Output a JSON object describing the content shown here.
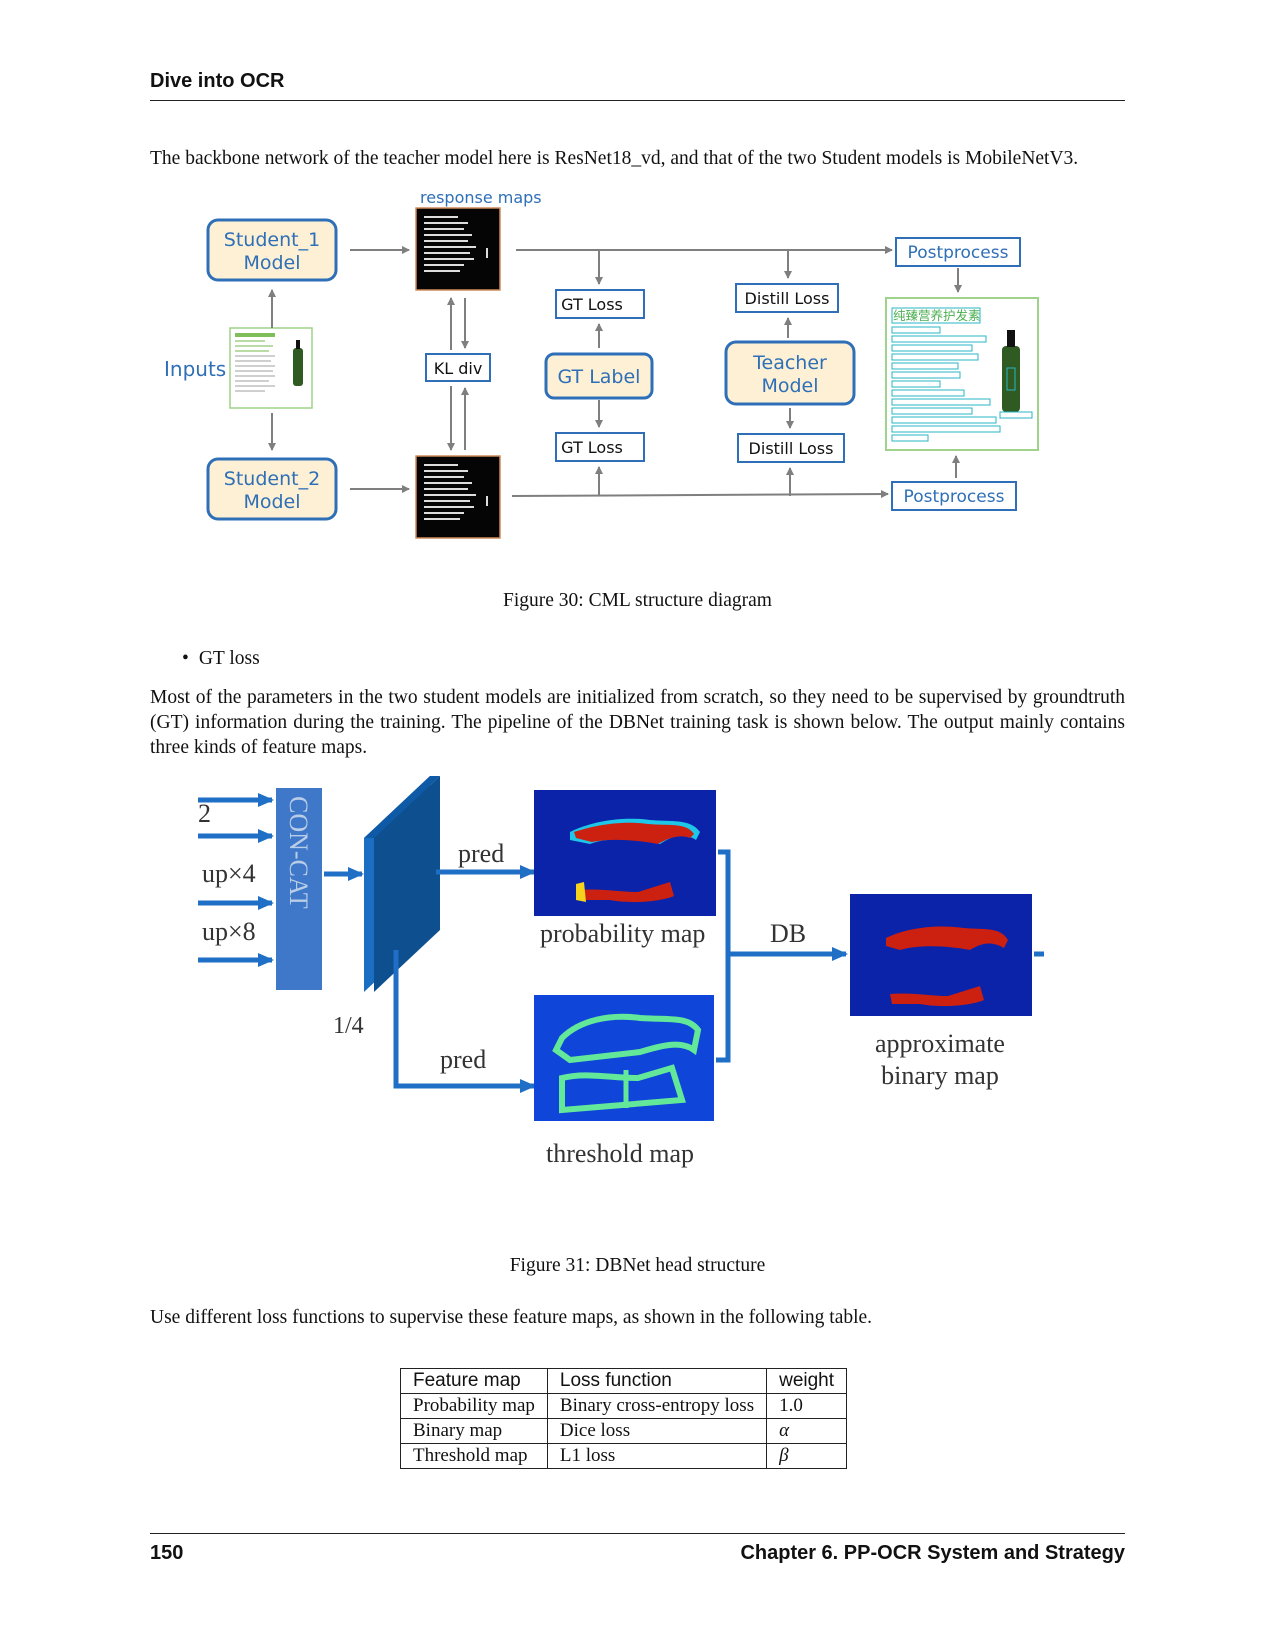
{
  "header": {
    "title": "Dive into OCR"
  },
  "intro_text": "The backbone network of the teacher model here is ResNet18_vd, and that of the two Student models is MobileNetV3.",
  "figure30": {
    "response_maps": "response maps",
    "student1": [
      "Student_1",
      "Model"
    ],
    "student2": [
      "Student_2",
      "Model"
    ],
    "inputs": "Inputs",
    "kl_div": "KL div",
    "gt_loss": "GT Loss",
    "gt_label": "GT Label",
    "distill_loss": "Distill Loss",
    "teacher": [
      "Teacher",
      "Model"
    ],
    "postprocess": "Postprocess",
    "sample_title": "纯臻营养护发素",
    "caption": "Figure 30: CML structure diagram"
  },
  "bullet": "GT loss",
  "gt_text": "Most of the parameters in the two student models are initialized from scratch, so they need to be supervised by groundtruth (GT) information during the training. The pipeline of the DBNet training task is shown below. The output mainly contains three kinds of feature maps.",
  "figure31": {
    "in_labels": [
      "2",
      "up×4",
      "up×8"
    ],
    "concat": "CON-CAT",
    "pred": "pred",
    "quarter": "1/4",
    "prob_map": "probability map",
    "thresh_map": "threshold map",
    "db": "DB",
    "approx": [
      "approximate",
      "binary map"
    ],
    "caption": "Figure 31: DBNet head structure"
  },
  "table_intro": "Use different loss functions to supervise these feature maps, as shown in the following table.",
  "loss_table": {
    "headers": [
      "Feature map",
      "Loss function",
      "weight"
    ],
    "rows": [
      [
        "Probability map",
        "Binary cross-entropy loss",
        "1.0"
      ],
      [
        "Binary map",
        "Dice loss",
        "α"
      ],
      [
        "Threshold map",
        "L1 loss",
        "β"
      ]
    ]
  },
  "footer": {
    "page": "150",
    "chapter": "Chapter 6.  PP-OCR System and Strategy"
  },
  "colors": {
    "diagram_blue": "#2e6fb7",
    "box_fill": "#fdf0d4",
    "arrow": "#7f7f7f",
    "db_blue": "#1f6fc6",
    "map_bg": "#0a23a8"
  }
}
